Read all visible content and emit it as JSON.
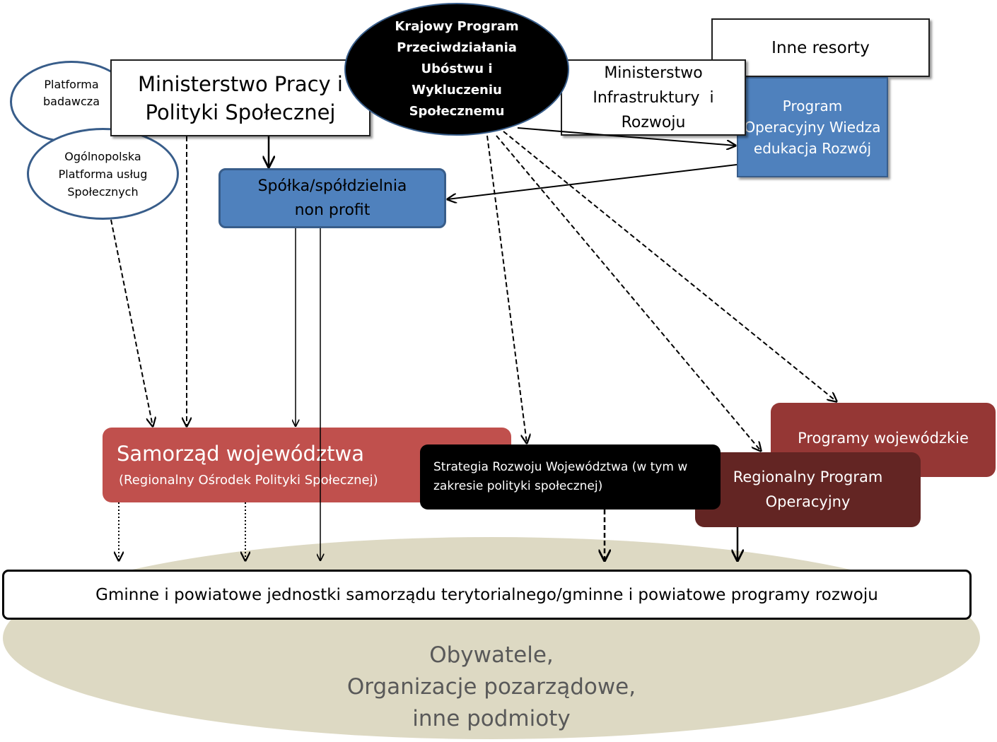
{
  "colors": {
    "blue_box": "#4F81BD",
    "blue_border": "#385D8A",
    "red_box": "#C0504D",
    "dark_red_box": "#953735",
    "darker_red_box": "#632523",
    "black": "#000000",
    "ground": "#DDD9C3",
    "ground_text": "#595959"
  },
  "nodes": {
    "platforma_badawcza": "Platforma badawcza",
    "ogolnopolska_platforma": "Ogólnopolska Platforma usług Społecznych",
    "ministerstwo_pracy": "Ministerstwo Pracy i Polityki Społecznej",
    "krajowy_program": "Krajowy Program Przeciwdziałania Ubóstwu i Wykluczeniu Społecznemu",
    "inne_resorty": "Inne resorty",
    "ministerstwo_infrastruktury": "Ministerstwo Infrastruktury  i Rozwoju",
    "program_operacyjny": "Program Operacyjny Wiedza edukacja Rozwój",
    "spolka": "Spółka/spółdzielnia non profit",
    "samorzad_title": "Samorząd województwa",
    "samorzad_subtitle": "(Regionalny Ośrodek Polityki Społecznej)",
    "strategia": "Strategia Rozwoju Województwa (w tym w zakresie polityki społecznej)",
    "programy_wojewodzkie": "Programy wojewódzkie",
    "regionalny_program": "Regionalny Program Operacyjny",
    "gminne": "Gminne i powiatowe jednostki samorządu terytorialnego/gminne i powiatowe programy rozwoju",
    "obywatele_line1": "Obywatele,",
    "obywatele_line2": "Organizacje pozarządowe,",
    "obywatele_line3": "inne podmioty"
  }
}
